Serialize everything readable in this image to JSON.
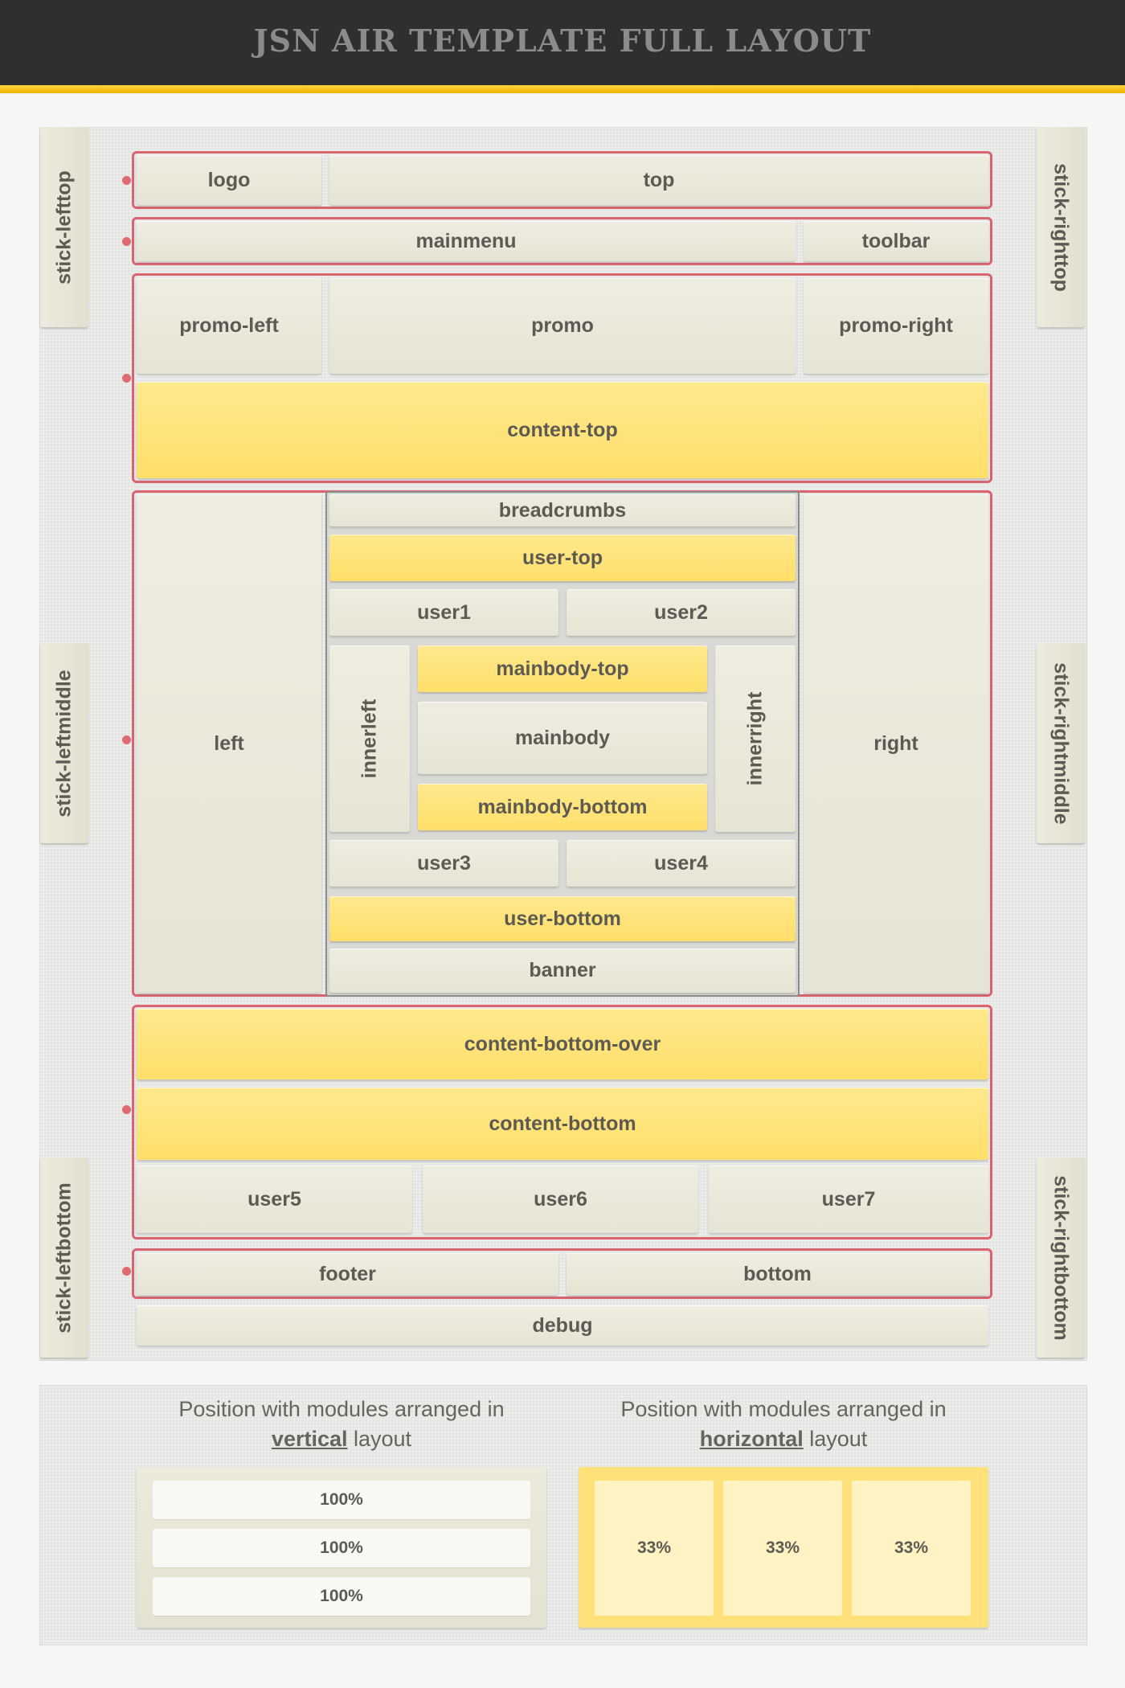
{
  "title": "JSN AIR TEMPLATE FULL LAYOUT",
  "sticks": {
    "lefttop": "stick-lefttop",
    "leftmiddle": "stick-leftmiddle",
    "leftbottom": "stick-leftbottom",
    "righttop": "stick-righttop",
    "rightmiddle": "stick-rightmiddle",
    "rightbottom": "stick-rightbottom"
  },
  "positions": {
    "logo": "logo",
    "top": "top",
    "mainmenu": "mainmenu",
    "toolbar": "toolbar",
    "promo_left": "promo-left",
    "promo": "promo",
    "promo_right": "promo-right",
    "content_top": "content-top",
    "left": "left",
    "right": "right",
    "breadcrumbs": "breadcrumbs",
    "user_top": "user-top",
    "user1": "user1",
    "user2": "user2",
    "innerleft": "innerleft",
    "innerright": "innerright",
    "mainbody_top": "mainbody-top",
    "mainbody": "mainbody",
    "mainbody_bottom": "mainbody-bottom",
    "user3": "user3",
    "user4": "user4",
    "user_bottom": "user-bottom",
    "banner": "banner",
    "content_bottom_over": "content-bottom-over",
    "content_bottom": "content-bottom",
    "user5": "user5",
    "user6": "user6",
    "user7": "user7",
    "footer": "footer",
    "bottom": "bottom",
    "debug": "debug"
  },
  "legend": {
    "vertical": {
      "caption_line1": "Position with modules arranged in",
      "caption_em": "vertical",
      "caption_rest": " layout",
      "cells": [
        "100%",
        "100%",
        "100%"
      ]
    },
    "horizontal": {
      "caption_line1": "Position with modules arranged in",
      "caption_em": "horizontal",
      "caption_rest": " layout",
      "cells": [
        "33%",
        "33%",
        "33%"
      ]
    }
  },
  "colors": {
    "header_bg": "#2f2f2f",
    "accent_stripe": "#f5c21a",
    "group_border": "#d9636e",
    "module_beige": "#ebe9da",
    "module_yellow": "#ffe47a"
  }
}
